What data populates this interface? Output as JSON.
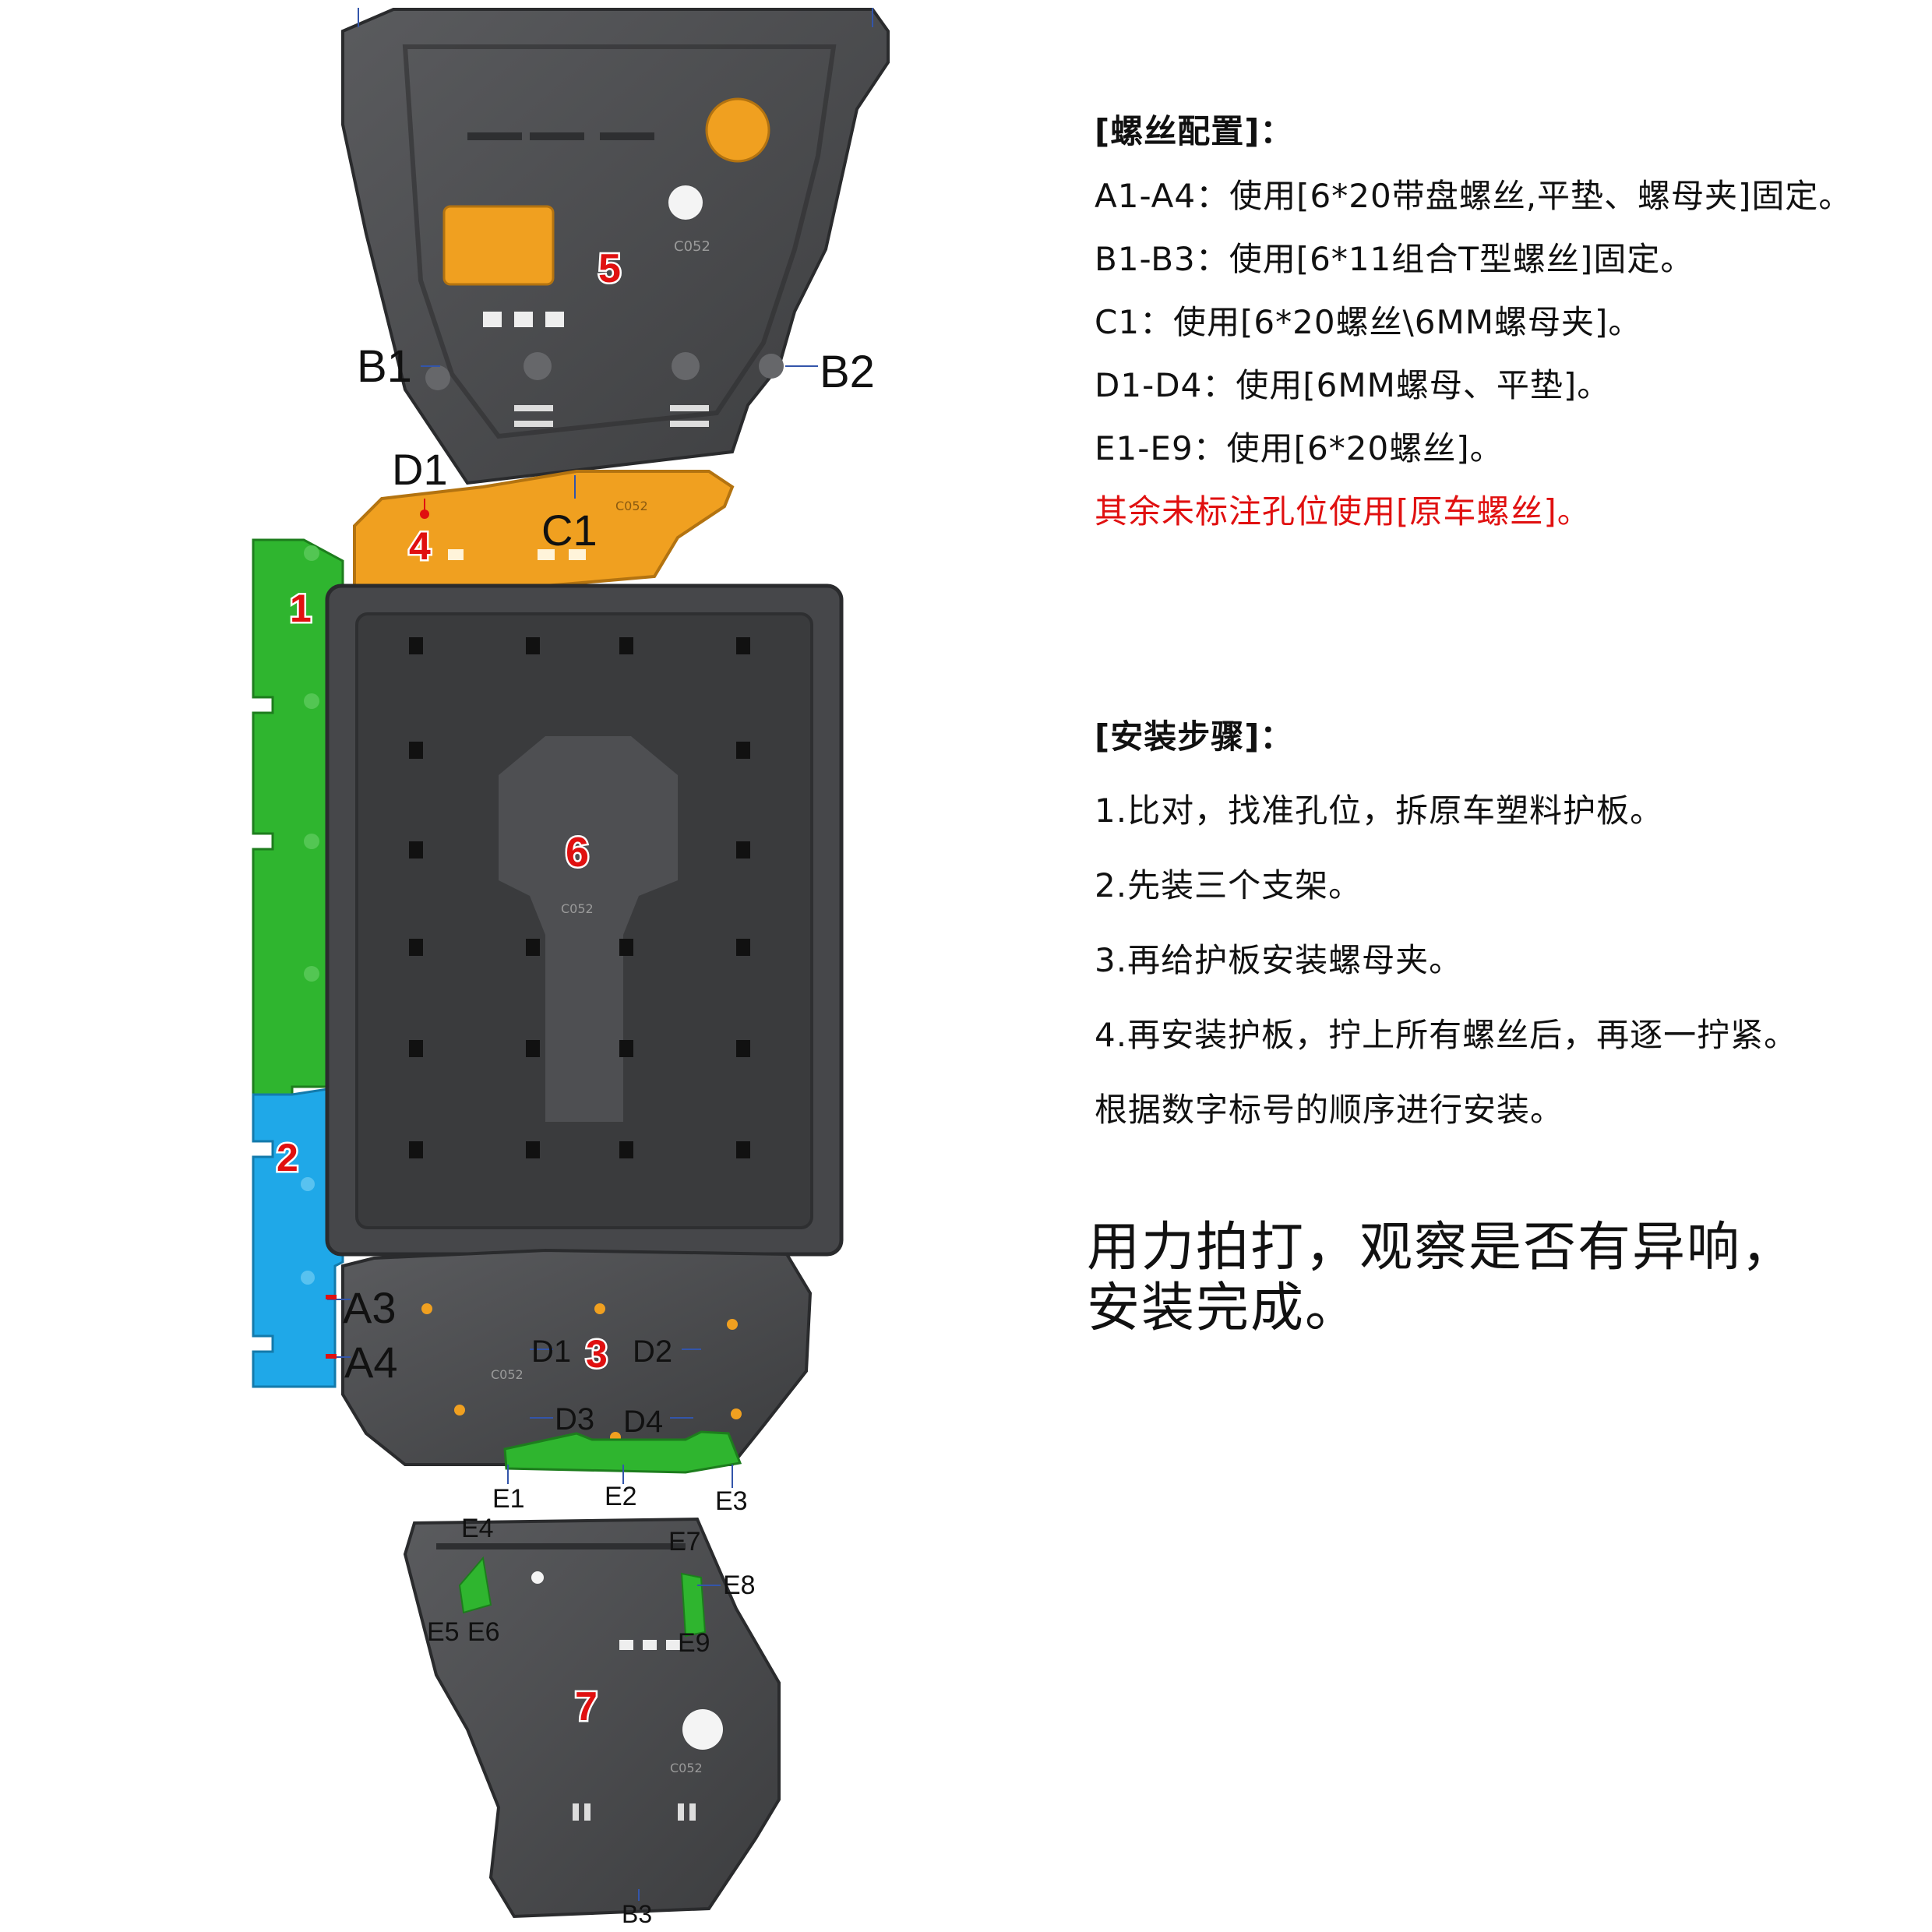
{
  "plate_numbers": [
    "1",
    "2",
    "3",
    "4",
    "5",
    "6",
    "7"
  ],
  "labels": {
    "B1": "B1",
    "B2": "B2",
    "B3": "B3",
    "C1": "C1",
    "D1_top": "D1",
    "D1": "D1",
    "D2": "D2",
    "D3": "D3",
    "D4": "D4",
    "A3": "A3",
    "A4": "A4",
    "E1": "E1",
    "E2": "E2",
    "E3": "E3",
    "E4": "E4",
    "E5": "E5",
    "E6": "E6",
    "E7": "E7",
    "E8": "E8",
    "E9": "E9"
  },
  "plate_markings": {
    "p5": "C052",
    "p6": "C052",
    "p3": "C052",
    "p4": "C052",
    "p7": "C052"
  },
  "screw_config": {
    "heading": "[螺丝配置]：",
    "lines": [
      "A1-A4：使用[6*20带盘螺丝,平垫、螺母夹]固定。",
      "B1-B3：使用[6*11组合T型螺丝]固定。",
      "C1：使用[6*20螺丝\\6MM螺母夹]。",
      "D1-D4：使用[6MM螺母、平垫]。",
      "E1-E9：使用[6*20螺丝]。"
    ],
    "note": "其余未标注孔位使用[原车螺丝]。"
  },
  "install_steps": {
    "heading": "[安装步骤]：",
    "lines": [
      "1.比对，找准孔位，拆原车塑料护板。",
      "2.先装三个支架。",
      "3.再给护板安装螺母夹。",
      "4.再安装护板，拧上所有螺丝后，再逐一拧紧。",
      "根据数字标号的顺序进行安装。"
    ]
  },
  "final_note": [
    "用力拍打，观察是否有异响，",
    "安装完成。"
  ],
  "colors": {
    "plate": "#4a4b4d",
    "plate_dark": "#2e2f31",
    "orange": "#f0a020",
    "green": "#2fb52f",
    "blue": "#1fa8e8",
    "red": "#e01010"
  }
}
